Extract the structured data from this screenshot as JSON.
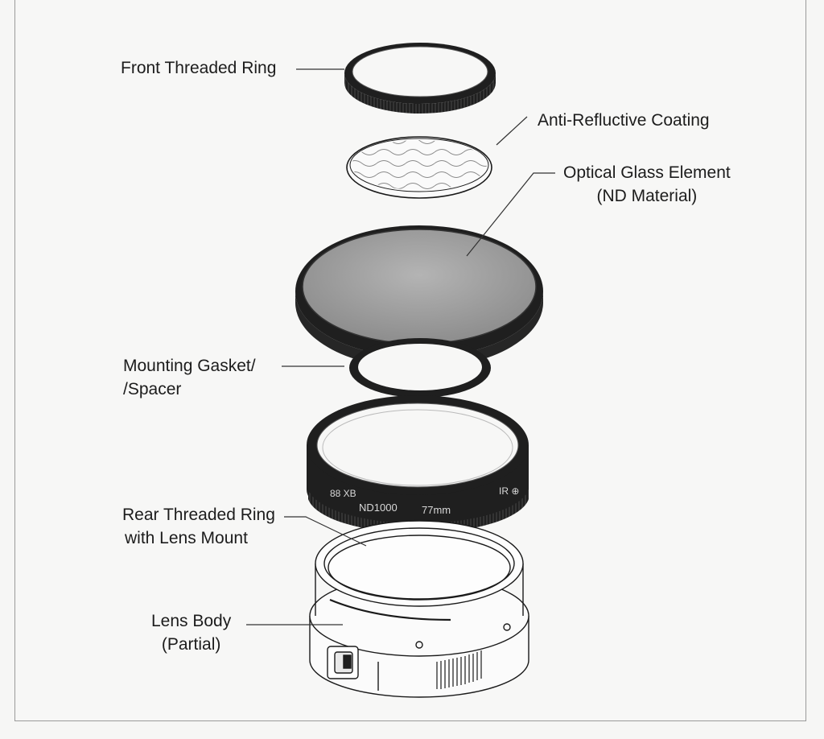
{
  "labels": {
    "front_ring": [
      "Front Threaded Ring"
    ],
    "coating": [
      "Anti-Refluctive Coating"
    ],
    "glass": [
      "Optical Glass Element",
      "(ND Material)"
    ],
    "gasket": [
      "Mounting Gasket/",
      "/Spacer"
    ],
    "rear_ring": [
      "Rear Threaded Ring",
      "with Lens Mount"
    ],
    "lens_body": [
      "Lens Body",
      "(Partial)"
    ]
  },
  "ring_markings": {
    "brand": "88 XB",
    "model": "ND1000",
    "size": "77mm",
    "side": "IR ⊕"
  },
  "colors": {
    "line": "#1a1a1a",
    "ring_dark": "#1f1f1f",
    "glass_tint": "#9b9b9b",
    "background": "#f7f7f6"
  }
}
